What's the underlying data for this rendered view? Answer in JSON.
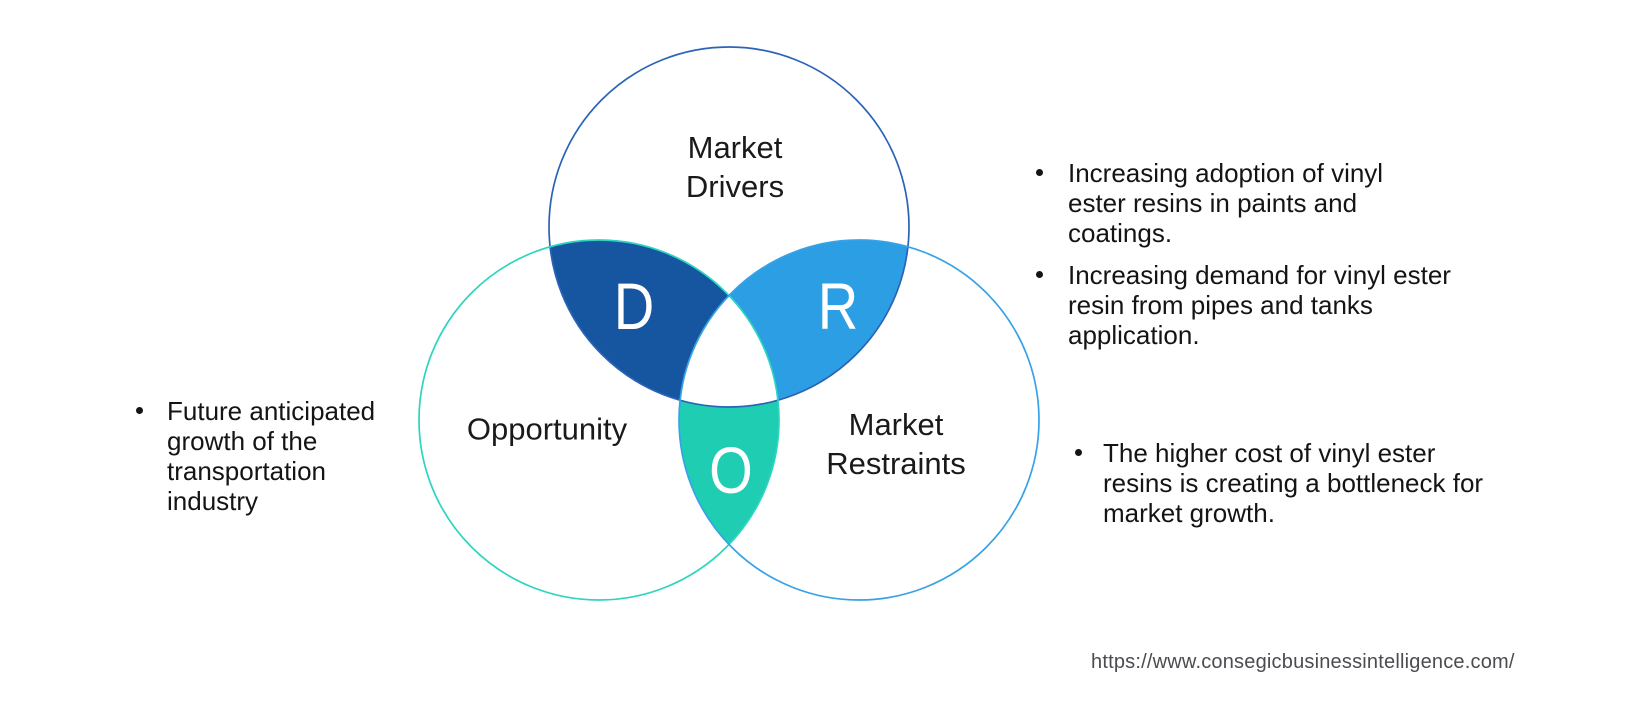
{
  "venn": {
    "drivers": {
      "label": "Market\nDrivers",
      "letter": "D"
    },
    "opportunity": {
      "label": "Opportunity",
      "letter": "O"
    },
    "restraints": {
      "label": "Market\nRestraints",
      "letter": "R"
    }
  },
  "bullets": {
    "left": "Future anticipated\ngrowth of the\ntransportation\nindustry",
    "top_right_1": "Increasing adoption of vinyl\nester resins in paints and\ncoatings.",
    "top_right_2": "Increasing demand for vinyl ester\nresin from pipes and tanks\napplication.",
    "bottom_right": "The higher cost of vinyl ester\nresins is creating a bottleneck for\nmarket growth."
  },
  "footer": {
    "url": "https://www.consegicbusinessintelligence.com/"
  },
  "colors": {
    "drivers_fill": "#1656A1",
    "drivers_stroke": "#2C63B7",
    "restraints_fill": "#2C9EE3",
    "restraints_stroke": "#38A2E7",
    "opportunity_fill": "#1ECDB2",
    "opportunity_stroke": "#2BD5BF"
  }
}
